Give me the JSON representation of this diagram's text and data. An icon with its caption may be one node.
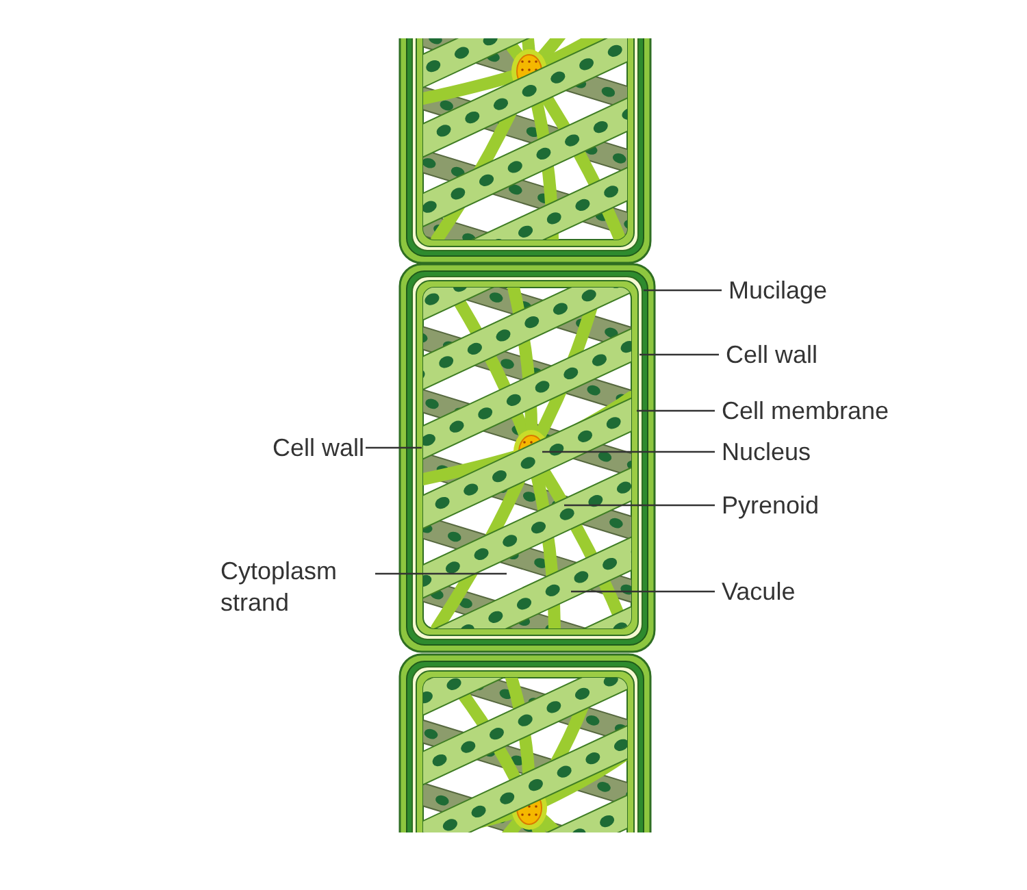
{
  "diagram": {
    "nodes": [
      {
        "text": [
          "Mucilage"
        ]
      },
      {
        "text": [
          "Cell wall"
        ]
      },
      {
        "text": [
          "Cell membrane"
        ]
      },
      {
        "text": [
          "Cell wall"
        ]
      },
      {
        "text": [
          "Nucleus"
        ]
      },
      {
        "text": [
          "Pyrenoid"
        ]
      },
      {
        "text": [
          "Cytoplasm strand"
        ]
      },
      {
        "text": [
          "Vacule"
        ]
      }
    ],
    "edges": [
      {
        "from": 0,
        "to": null,
        "arrow": "none"
      },
      {
        "from": 1,
        "to": null,
        "arrow": "none"
      },
      {
        "from": 2,
        "to": null,
        "arrow": "none"
      },
      {
        "from": 3,
        "to": null,
        "arrow": "none"
      },
      {
        "from": 4,
        "to": null,
        "arrow": "none"
      },
      {
        "from": 5,
        "to": null,
        "arrow": "none"
      },
      {
        "from": 6,
        "to": null,
        "arrow": "none"
      },
      {
        "from": 7,
        "to": null,
        "arrow": "none"
      }
    ]
  }
}
